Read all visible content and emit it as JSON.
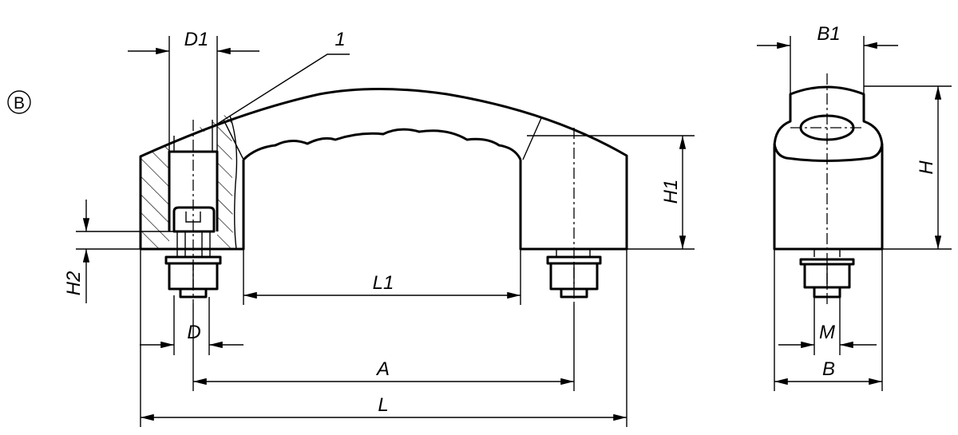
{
  "view_marker": "B",
  "labels": {
    "d1": "D1",
    "callout": "1",
    "h1": "H1",
    "h2": "H2",
    "d": "D",
    "l1": "L1",
    "a": "A",
    "l": "L",
    "b1": "B1",
    "h": "H",
    "m": "M",
    "b": "B"
  }
}
